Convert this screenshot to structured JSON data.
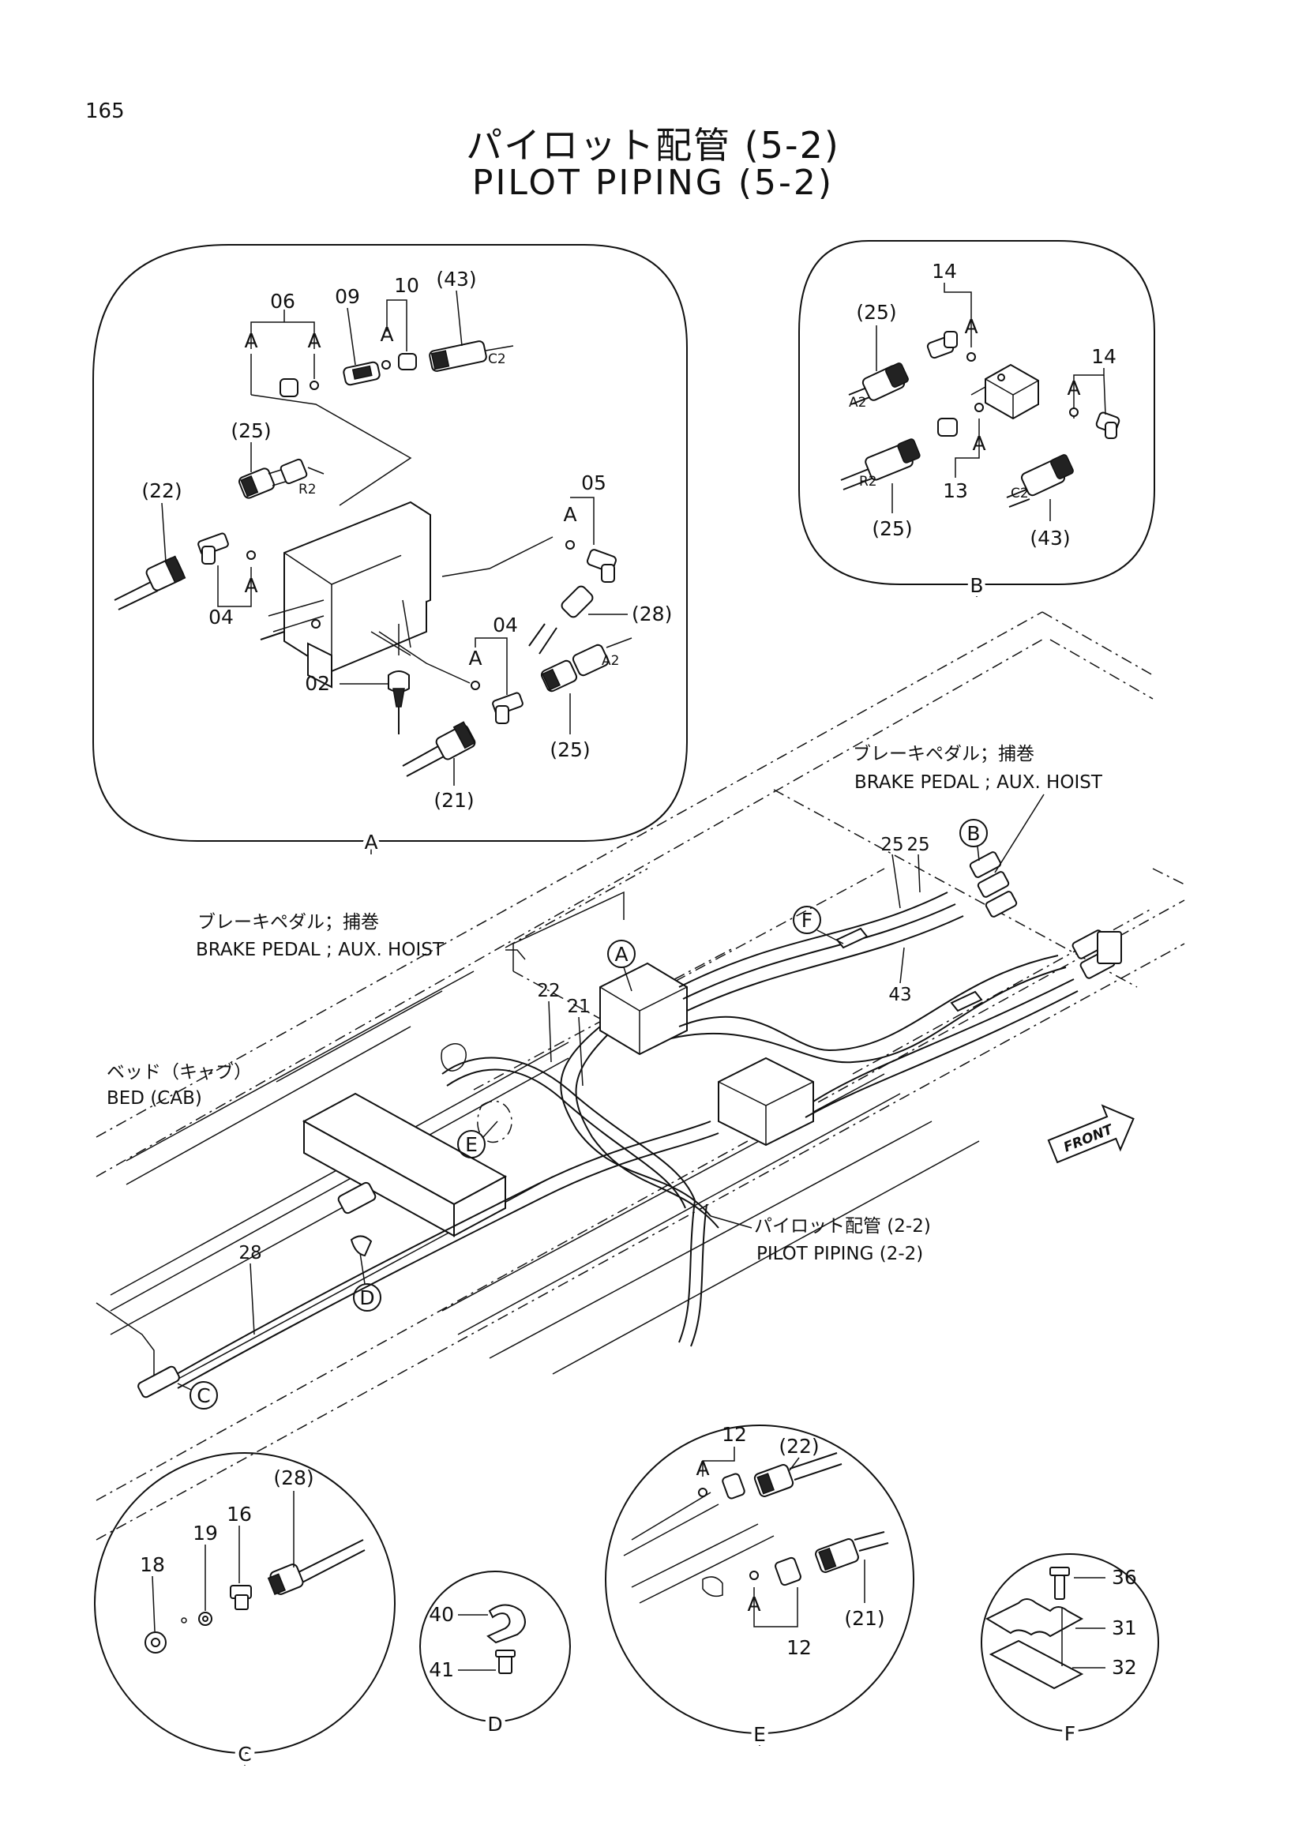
{
  "header": {
    "page_number": "165",
    "title_jp": "パイロット配管 (5-2)",
    "title_en": "PILOT PIPING (5-2)"
  },
  "detail_a": {
    "marker": "A",
    "labels": [
      "06",
      "09",
      "10",
      "(43)",
      "(25)",
      "(22)",
      "05",
      "04",
      "04",
      "(28)",
      "02",
      "(25)",
      "(21)"
    ],
    "connectors": [
      "A",
      "A",
      "A",
      "A",
      "A",
      "A",
      "C2",
      "R2",
      "A2"
    ]
  },
  "detail_b": {
    "marker": "B",
    "labels": [
      "14",
      "(25)",
      "14",
      "13",
      "(25)",
      "(43)"
    ],
    "connectors": [
      "A",
      "A",
      "A",
      "A2",
      "R2",
      "C2"
    ]
  },
  "main": {
    "brake_pedal_upper_jp": "ブレーキペダル；捕巻",
    "brake_pedal_upper_en": "BRAKE PEDAL ; AUX. HOIST",
    "brake_pedal_left_jp": "ブレーキペダル；捕巻",
    "brake_pedal_left_en": "BRAKE PEDAL ; AUX. HOIST",
    "bed_jp": "ベッド（キャブ）",
    "bed_en": "BED (CAB)",
    "pilot_piping_jp": "パイロット配管 (2-2)",
    "pilot_piping_en": "PILOT PIPING (2-2)",
    "front": "FRONT",
    "part_numbers": [
      "25",
      "25",
      "43",
      "22",
      "21",
      "28"
    ],
    "callouts": [
      "A",
      "B",
      "C",
      "D",
      "E",
      "F"
    ]
  },
  "detail_c": {
    "marker": "C",
    "labels": [
      "(28)",
      "16",
      "19",
      "18"
    ]
  },
  "detail_d": {
    "marker": "D",
    "labels": [
      "40",
      "41"
    ]
  },
  "detail_e": {
    "marker": "E",
    "labels": [
      "12",
      "(22)",
      "A",
      "A",
      "12",
      "(21)"
    ]
  },
  "detail_f": {
    "marker": "F",
    "labels": [
      "36",
      "31",
      "32"
    ]
  }
}
